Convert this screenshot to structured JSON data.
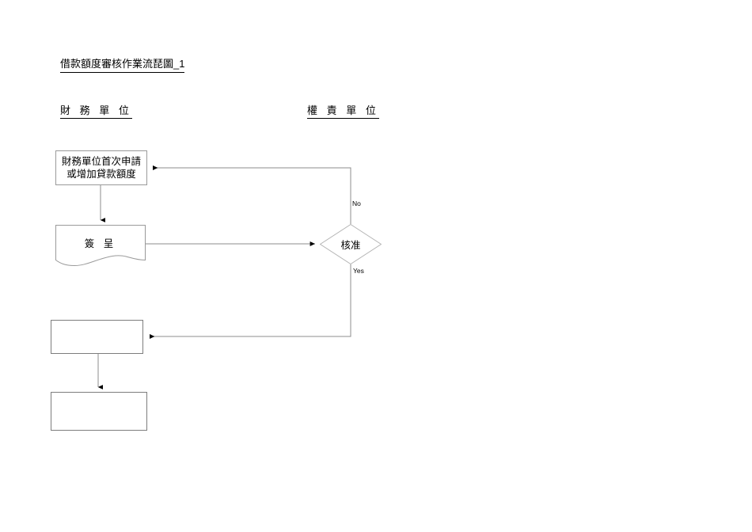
{
  "document": {
    "title": "借款額度審核作業流琵圖_1"
  },
  "lanes": [
    {
      "id": "finance",
      "label": "財 務 單 位"
    },
    {
      "id": "authority",
      "label": "權 責 單 位"
    }
  ],
  "flowchart": {
    "type": "flowchart",
    "nodes": [
      {
        "id": "apply",
        "shape": "process",
        "lane": "finance",
        "label": "財務單位首次申請\n或增加貸款額度"
      },
      {
        "id": "memo",
        "shape": "document",
        "lane": "finance",
        "label": "簽 呈"
      },
      {
        "id": "decision",
        "shape": "diamond",
        "lane": "authority",
        "label": "核准"
      },
      {
        "id": "blank-1",
        "shape": "process",
        "lane": "finance",
        "label": ""
      },
      {
        "id": "blank-2",
        "shape": "process",
        "lane": "finance",
        "label": ""
      }
    ],
    "edges": [
      {
        "from": "apply",
        "to": "memo",
        "label": ""
      },
      {
        "from": "memo",
        "to": "decision",
        "label": ""
      },
      {
        "from": "decision",
        "to": "apply",
        "label": "No"
      },
      {
        "from": "decision",
        "to": "blank-1",
        "label": "Yes"
      },
      {
        "from": "blank-1",
        "to": "blank-2",
        "label": ""
      }
    ]
  },
  "edge_labels": {
    "no": "No",
    "yes": "Yes"
  },
  "colors": {
    "shape_border": "#9a9a9a",
    "connector": "#8c8c8c",
    "arrowhead": "#000000",
    "text": "#000000",
    "background": "#ffffff"
  }
}
